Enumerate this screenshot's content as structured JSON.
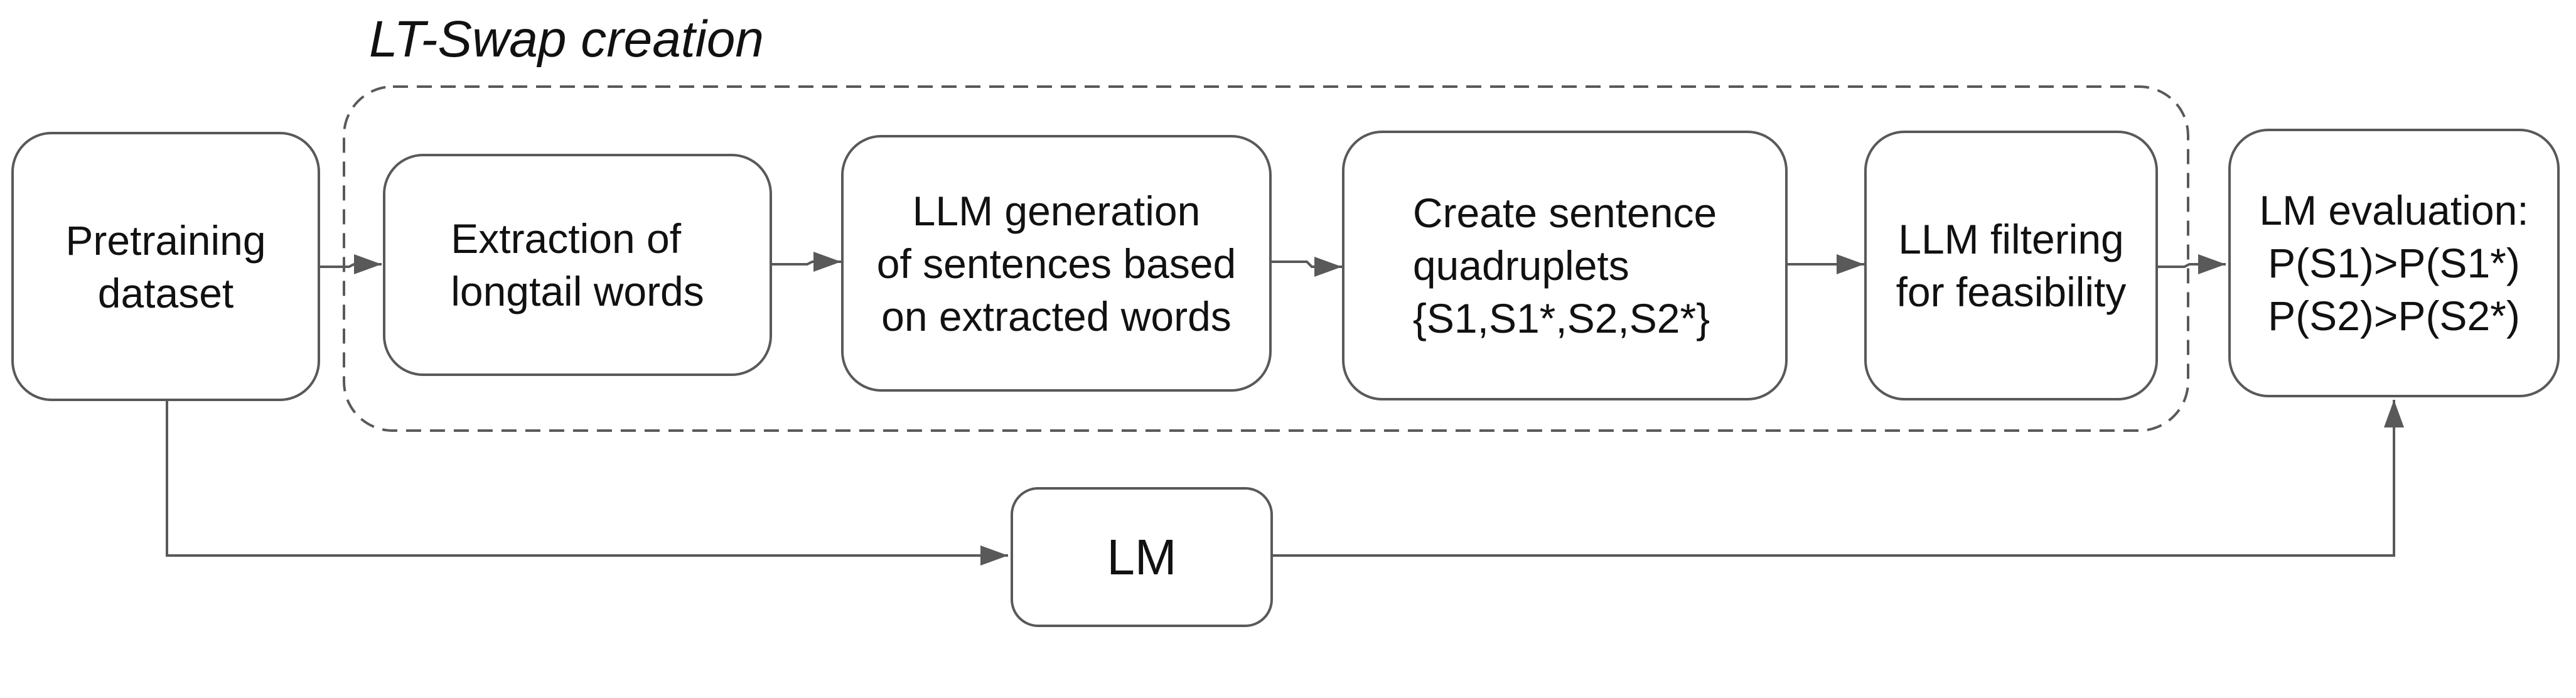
{
  "group": {
    "title": "LT-Swap creation"
  },
  "nodes": {
    "pretraining": "Pretraining\ndataset",
    "extraction": "Extraction of\nlongtail words",
    "generation": "LLM generation\nof sentences based\non extracted words",
    "quadruplets": "Create sentence\nquadruplets\n{S1,S1*,S2,S2*}",
    "filtering": "LLM filtering\nfor feasibility",
    "evaluation": "LM evaluation:\nP(S1)>P(S1*)\nP(S2)>P(S2*)",
    "lm": "LM"
  },
  "colors": {
    "stroke": "#595959",
    "text": "#111111",
    "background": "#ffffff"
  }
}
